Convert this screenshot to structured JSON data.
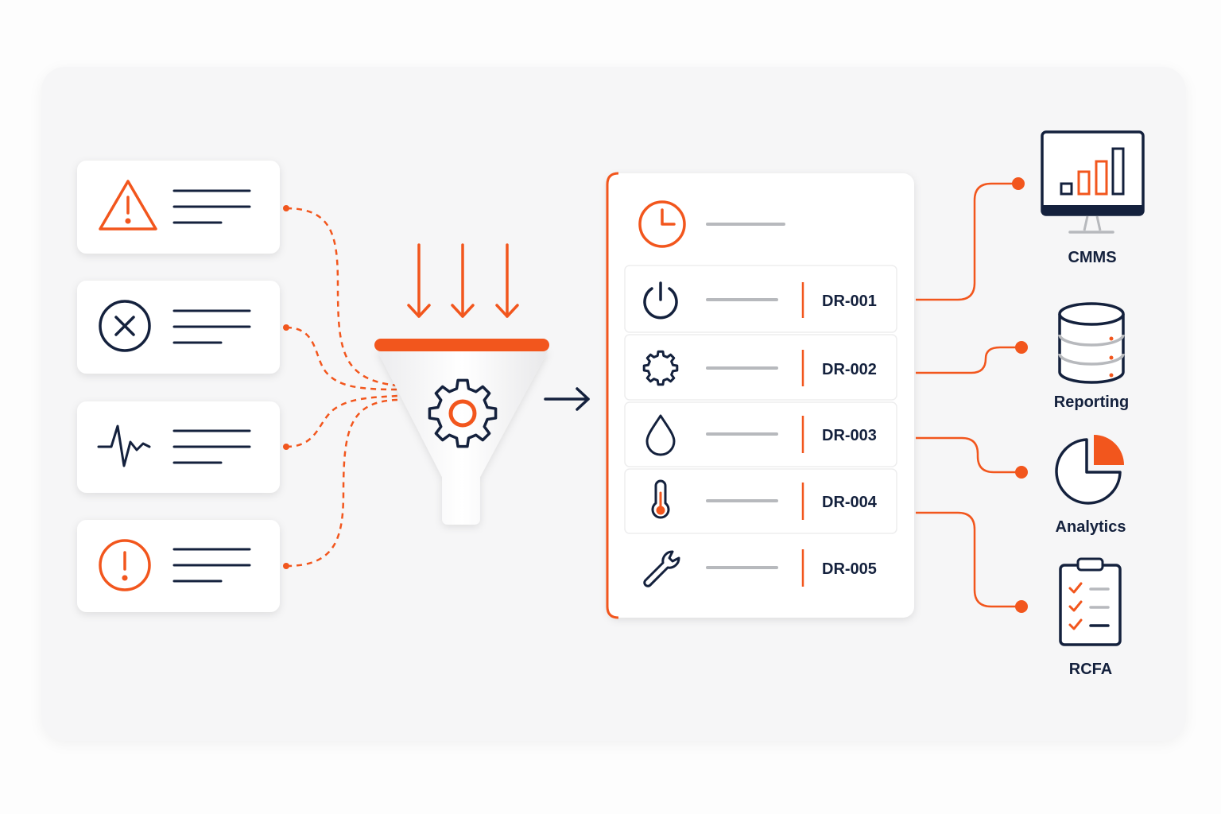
{
  "colors": {
    "accent": "#f2561d",
    "navy": "#14213d",
    "gray": "#b7b9bd",
    "card": "#ffffff",
    "panel": "#f6f6f7"
  },
  "sources": [
    {
      "icon": "warning-triangle-icon",
      "color": "#f2561d"
    },
    {
      "icon": "error-circle-icon",
      "color": "#14213d"
    },
    {
      "icon": "pulse-waveform-icon",
      "color": "#14213d"
    },
    {
      "icon": "alert-circle-icon",
      "color": "#f2561d"
    }
  ],
  "processor": {
    "icon": "gear-icon"
  },
  "records": {
    "header_icon": "clock-icon",
    "items": [
      {
        "id": "DR-001",
        "icon": "power-icon"
      },
      {
        "id": "DR-002",
        "icon": "gear-outline-icon"
      },
      {
        "id": "DR-003",
        "icon": "droplet-icon"
      },
      {
        "id": "DR-004",
        "icon": "thermometer-icon"
      },
      {
        "id": "DR-005",
        "icon": "wrench-icon"
      }
    ]
  },
  "outputs": [
    {
      "label": "CMMS",
      "icon": "monitor-bar-chart-icon"
    },
    {
      "label": "Reporting",
      "icon": "database-icon"
    },
    {
      "label": "Analytics",
      "icon": "pie-chart-icon"
    },
    {
      "label": "RCFA",
      "icon": "clipboard-checklist-icon"
    }
  ]
}
